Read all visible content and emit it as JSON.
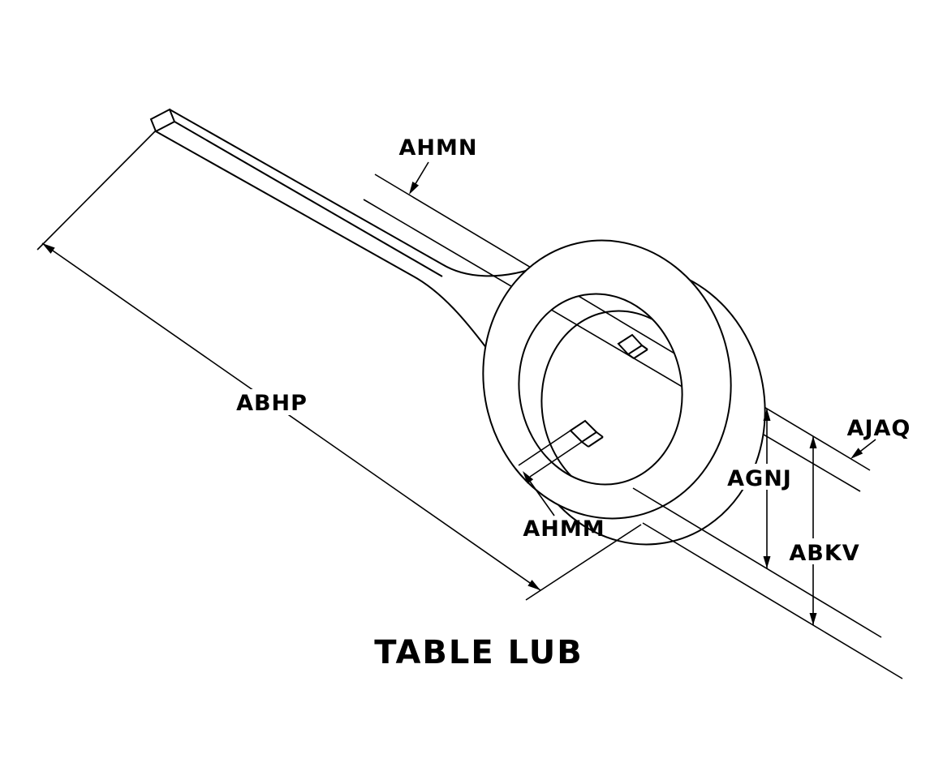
{
  "diagram": {
    "title": "TABLE LUB",
    "labels": {
      "ahmn": "AHMN",
      "abhp": "ABHP",
      "ahmm": "AHMM",
      "agnj": "AGNJ",
      "abkv": "ABKV",
      "ajaq": "AJAQ"
    },
    "colors": {
      "line": "#000000",
      "background": "#ffffff"
    }
  }
}
